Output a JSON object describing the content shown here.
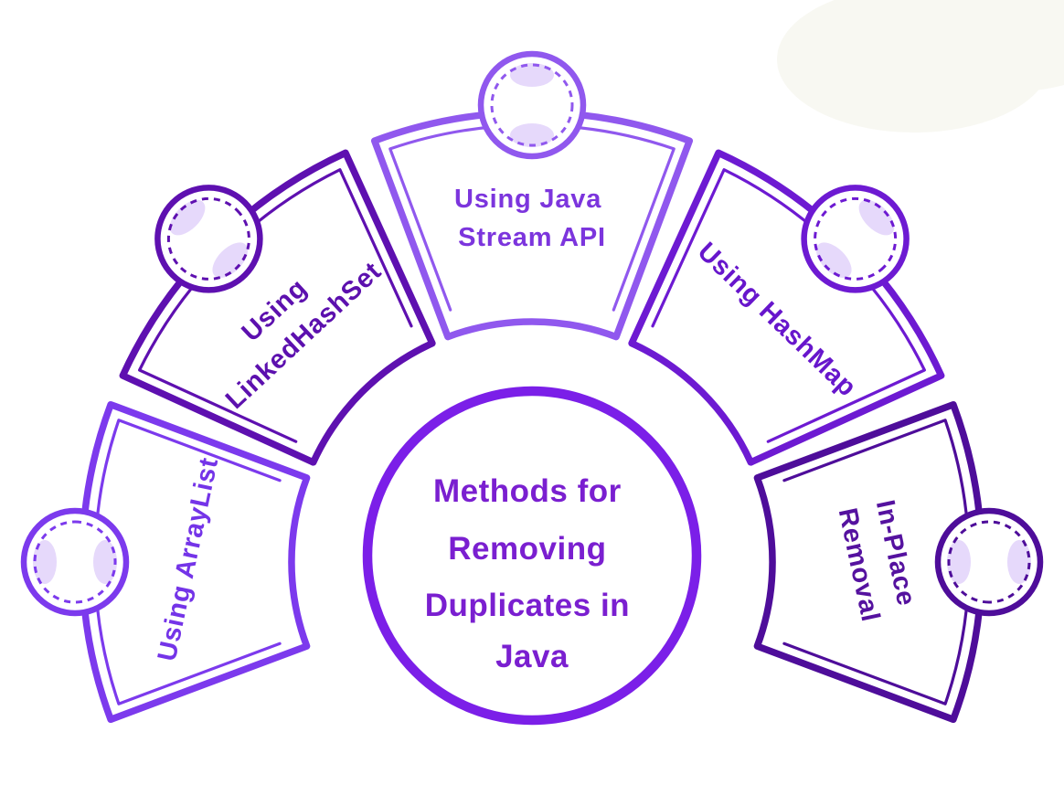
{
  "background_color": "#ffffff",
  "node_fill_color": "#ffffff",
  "node_blob_color": "#e6d9fb",
  "title": {
    "text": "Methods for Removing Duplicates in Java",
    "lines": [
      "Methods for",
      "Removing",
      "Duplicates in",
      "Java"
    ],
    "color": "#7a1fd0",
    "ring_color": "#7b1fe8"
  },
  "segments": [
    {
      "label": "Using ArrayList",
      "lines": [
        "Using ArrayList"
      ],
      "color": "#7c3aed",
      "text_color": "#7434e8"
    },
    {
      "label": "Using LinkedHashSet",
      "lines": [
        "Using",
        "LinkedHashSet"
      ],
      "color": "#5e10b0",
      "text_color": "#5c10ae"
    },
    {
      "label": "Using Java Stream API",
      "lines": [
        "Using Java",
        "Stream API"
      ],
      "color": "#9058ee",
      "text_color": "#7c35dd"
    },
    {
      "label": "Using HashMap",
      "lines": [
        "Using HashMap"
      ],
      "color": "#6d1ad2",
      "text_color": "#6716cc"
    },
    {
      "label": "In-Place Removal",
      "lines": [
        "In-Place",
        "Removal"
      ],
      "color": "#4e0d9a",
      "text_color": "#55129f"
    }
  ],
  "watermark_color": "#f8f8f2"
}
